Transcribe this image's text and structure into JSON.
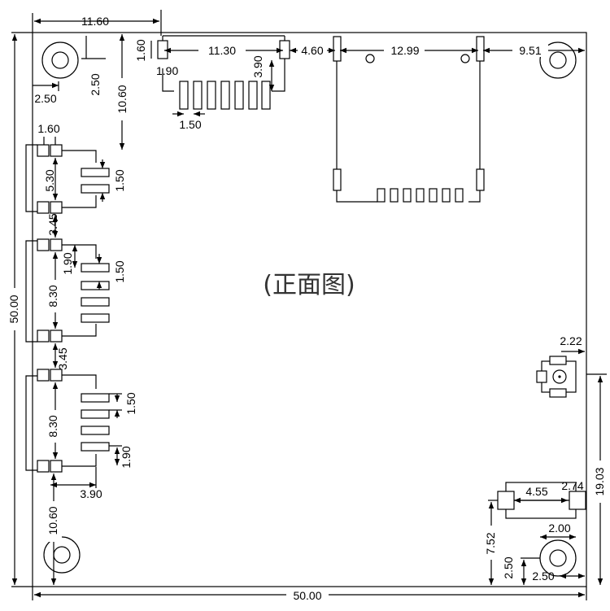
{
  "title": "(正面图)",
  "dims": {
    "overall_width": "50.00",
    "overall_height": "50.00",
    "top_left_hole_x": "11.60",
    "top_left_hole_y": "2.50",
    "top_left_hole_offset": "2.50",
    "fpc_pad_height": "1.60",
    "fpc_span": "11.30",
    "fpc_offset": "1.90",
    "fpc_pin_pitch": "1.50",
    "fpc_height": "3.90",
    "fpc_gap": "4.60",
    "sd_span": "12.99",
    "sd_right": "9.51",
    "left_conn_top": "10.60",
    "left_pad_width": "1.60",
    "conn1_span": "5.30",
    "conn1_pitch": "1.50",
    "conn_gap_1": "3.45",
    "conn2_offset": "1.90",
    "conn2_pitch": "1.50",
    "conn2_span": "8.30",
    "conn_gap_2": "3.45",
    "conn3_pitch": "1.50",
    "conn3_span": "8.30",
    "conn3_offset": "1.90",
    "conn3_width": "3.90",
    "bottom_left_hole": "10.60",
    "antenna_offset": "2.22",
    "antenna_height": "19.03",
    "switch_span": "4.55",
    "switch_pad": "2.74",
    "switch_height": "7.52",
    "bottom_right_hole": "2.00",
    "bottom_right_hole_y": "2.50",
    "bottom_right_hole_x": "2.50"
  }
}
